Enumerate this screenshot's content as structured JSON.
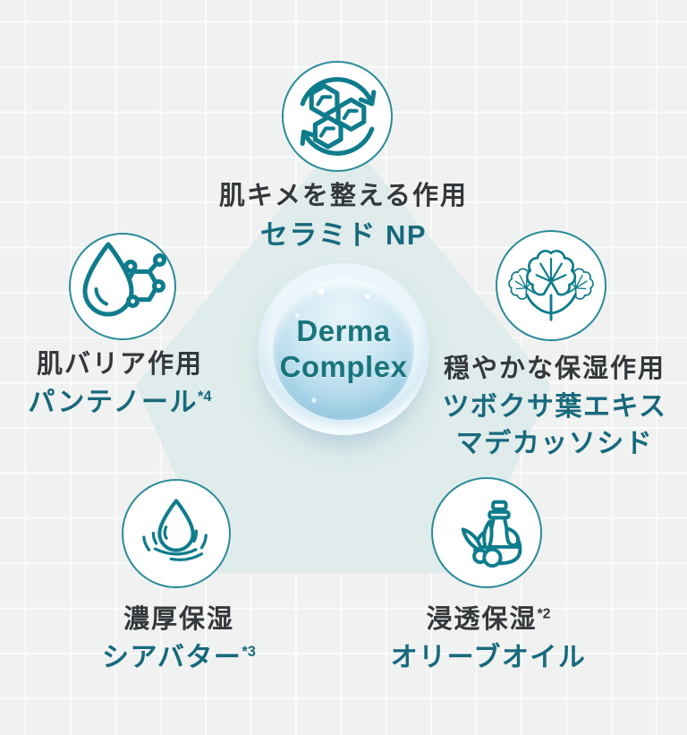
{
  "bubble": {
    "line1": "Derma",
    "line2": "Complex"
  },
  "nodes": [
    {
      "id": "ceramide",
      "icon": "renewal-hexagons-icon",
      "function": "肌キメを整える作用",
      "ingredient": "セラミド NP"
    },
    {
      "id": "panthenol",
      "icon": "water-drop-molecule-icon",
      "function": "肌バリア作用",
      "ingredient": "パンテノール",
      "ingredient_sup": "*4"
    },
    {
      "id": "centella",
      "icon": "gotu-kola-leaves-icon",
      "function": "穏やかな保湿作用",
      "ingredient": "ツボクサ葉エキス",
      "ingredient2": "マデカッソシド"
    },
    {
      "id": "shea",
      "icon": "water-drop-ripple-icon",
      "function": "濃厚保湿",
      "ingredient": "シアバター",
      "ingredient_sup": "*3"
    },
    {
      "id": "olive",
      "icon": "olive-oil-bottle-icon",
      "function": "浸透保湿",
      "function_sup": "*2",
      "ingredient": "オリーブオイル"
    }
  ],
  "colors": {
    "icon_teal": "#0f7c8c",
    "ingredient_teal": "#17697c",
    "label_dark": "#34383b",
    "pentagon_mint": "#dfeceb",
    "background_gray": "#f0f1f1",
    "grid_line": "#fbfbfb",
    "circle_border": "#2b8b99",
    "bubble_text": "#19757c",
    "bubble_blue": "#a5d3e7"
  }
}
